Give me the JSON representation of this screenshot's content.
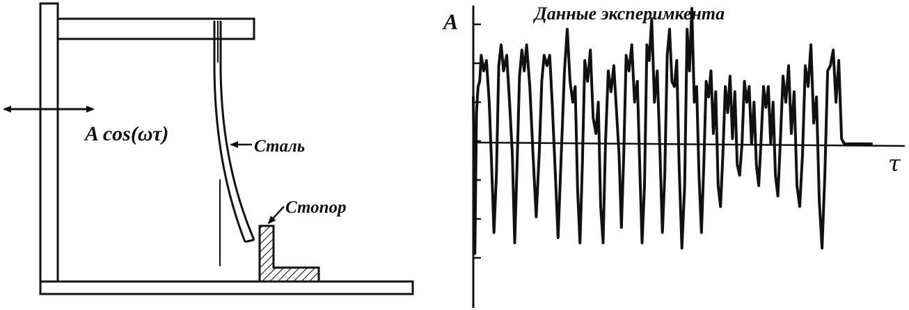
{
  "labels": {
    "drive": "A cos(ωτ)",
    "steel": "Сталь",
    "stopper": "Стопор",
    "chart_title": "Данные эксперимкента",
    "y_axis": "A",
    "x_axis": "τ"
  },
  "colors": {
    "ink": "#111111",
    "background": "#ffffff"
  },
  "chart_data": {
    "type": "line",
    "title": "Данные эксперимкента",
    "xlabel": "τ",
    "ylabel": "A",
    "grid": false,
    "y_ticks_count": 7,
    "ylim": [
      -1.2,
      1.2
    ],
    "xlim": [
      0,
      1
    ],
    "series": [
      {
        "x": [
          0.0,
          0.004,
          0.008,
          0.012,
          0.016,
          0.02,
          0.026,
          0.033,
          0.04,
          0.046,
          0.052,
          0.058,
          0.064,
          0.07,
          0.076,
          0.084,
          0.091,
          0.098,
          0.104,
          0.11,
          0.116,
          0.122,
          0.128,
          0.134,
          0.142,
          0.15,
          0.158,
          0.166,
          0.172,
          0.178,
          0.185,
          0.192,
          0.198,
          0.205,
          0.213,
          0.221,
          0.229,
          0.236,
          0.243,
          0.25,
          0.256,
          0.262,
          0.268,
          0.274,
          0.28,
          0.287,
          0.294,
          0.301,
          0.308,
          0.314,
          0.32,
          0.326,
          0.332,
          0.339,
          0.346,
          0.353,
          0.36,
          0.366,
          0.372,
          0.378,
          0.384,
          0.391,
          0.398,
          0.405,
          0.412,
          0.418,
          0.424,
          0.43,
          0.436,
          0.442,
          0.448,
          0.455,
          0.462,
          0.469,
          0.475,
          0.481,
          0.487,
          0.493,
          0.499,
          0.505,
          0.511,
          0.517,
          0.524,
          0.531,
          0.537,
          0.543,
          0.549,
          0.555,
          0.561,
          0.567,
          0.573,
          0.579,
          0.585,
          0.591,
          0.597,
          0.603,
          0.609,
          0.615,
          0.621,
          0.627,
          0.633,
          0.639,
          0.645,
          0.651,
          0.657,
          0.663,
          0.669,
          0.675,
          0.681,
          0.687,
          0.693,
          0.699,
          0.705,
          0.711,
          0.717,
          0.723,
          0.729,
          0.735,
          0.741,
          0.747,
          0.753,
          0.759,
          0.765,
          0.771,
          0.778,
          0.785,
          0.792,
          0.799,
          0.806,
          0.813,
          0.82,
          0.827,
          0.834,
          0.841,
          0.848,
          0.855,
          0.862,
          0.869,
          0.876,
          0.883,
          0.89,
          0.897,
          0.904,
          0.911,
          0.918,
          0.925,
          0.932,
          0.939,
          0.946,
          0.953,
          0.96,
          0.967,
          0.974,
          0.981,
          0.988,
          0.995,
          1.0
        ],
        "y": [
          0.45,
          -1.05,
          0.3,
          0.55,
          0.6,
          0.85,
          0.7,
          0.8,
          0.4,
          -0.2,
          -0.85,
          -0.3,
          0.75,
          0.95,
          0.7,
          0.85,
          0.4,
          -0.1,
          -0.95,
          -0.2,
          0.65,
          0.9,
          0.7,
          0.95,
          0.55,
          -0.1,
          -0.7,
          -0.05,
          0.6,
          0.85,
          0.75,
          0.85,
          0.4,
          -0.2,
          -0.9,
          -0.1,
          0.7,
          1.1,
          0.6,
          0.4,
          0.55,
          -0.45,
          -0.95,
          -0.2,
          0.8,
          0.6,
          0.9,
          0.25,
          0.1,
          0.4,
          -0.6,
          -0.95,
          0.0,
          0.7,
          0.5,
          0.75,
          0.3,
          -0.1,
          -0.8,
          -0.1,
          0.85,
          0.7,
          0.95,
          0.4,
          0.6,
          -0.2,
          -0.95,
          -0.4,
          0.95,
          0.8,
          1.2,
          0.4,
          0.7,
          -0.1,
          -0.85,
          -0.3,
          0.85,
          1.1,
          0.6,
          0.55,
          0.8,
          -0.2,
          -1.0,
          -0.4,
          1.1,
          0.7,
          1.3,
          0.4,
          0.55,
          -0.3,
          -0.85,
          -0.2,
          0.6,
          0.45,
          0.7,
          0.1,
          0.5,
          -0.4,
          -0.6,
          -0.1,
          0.55,
          0.3,
          0.65,
          0.05,
          0.5,
          -0.2,
          -0.3,
          0.0,
          0.6,
          0.4,
          0.55,
          0.0,
          0.4,
          -0.2,
          -0.4,
          0.05,
          0.55,
          0.35,
          0.55,
          0.0,
          0.4,
          -0.3,
          -0.5,
          0.0,
          0.65,
          0.4,
          0.75,
          0.1,
          0.5,
          -0.4,
          -0.6,
          -0.1,
          0.75,
          0.55,
          0.95,
          0.2,
          0.45,
          -0.55,
          -1.0,
          -0.3,
          0.7,
          0.75,
          0.9,
          0.4,
          0.8,
          0.05,
          0.0,
          0.0,
          0.0,
          0.0,
          0.0,
          0.0,
          0.0,
          0.0,
          0.0,
          0.0,
          0.0
        ]
      }
    ]
  }
}
